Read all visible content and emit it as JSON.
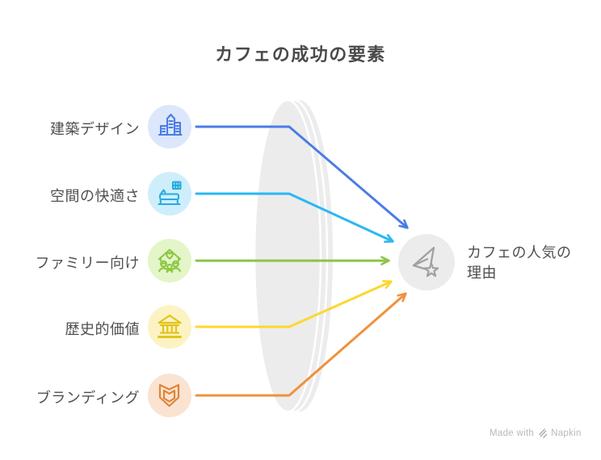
{
  "title": "カフェの成功の要素",
  "items": [
    {
      "label": "建築デザイン",
      "icon": "city-buildings-icon",
      "color": "#4a7ce6",
      "bg": "#dce7fb",
      "arrow": "#4a7ce6"
    },
    {
      "label": "空間の快適さ",
      "icon": "bed-icon",
      "color": "#27ace0",
      "bg": "#cfeefb",
      "arrow": "#29b8f2"
    },
    {
      "label": "ファミリー向け",
      "icon": "family-home-icon",
      "color": "#8cc63f",
      "bg": "#e3f5c9",
      "arrow": "#8bc34a"
    },
    {
      "label": "歴史的価値",
      "icon": "museum-icon",
      "color": "#e2c418",
      "bg": "#fcf3c4",
      "arrow": "#fdd72e"
    },
    {
      "label": "ブランディング",
      "icon": "badge-book-icon",
      "color": "#e08438",
      "bg": "#fae3d0",
      "arrow": "#f0913c"
    }
  ],
  "target": {
    "label": "カフェの人気の理由",
    "icon": "star-bird-icon",
    "circle_bg": "#ececec",
    "icon_color": "#a1a1a1"
  },
  "lens": {
    "fill": "#ececec"
  },
  "watermark": {
    "prefix": "Made with",
    "brand": "Napkin"
  },
  "colors": {
    "title_text": "#4a4a4a",
    "label_text": "#4f4f4f",
    "watermark_text": "#b9b9b9"
  }
}
